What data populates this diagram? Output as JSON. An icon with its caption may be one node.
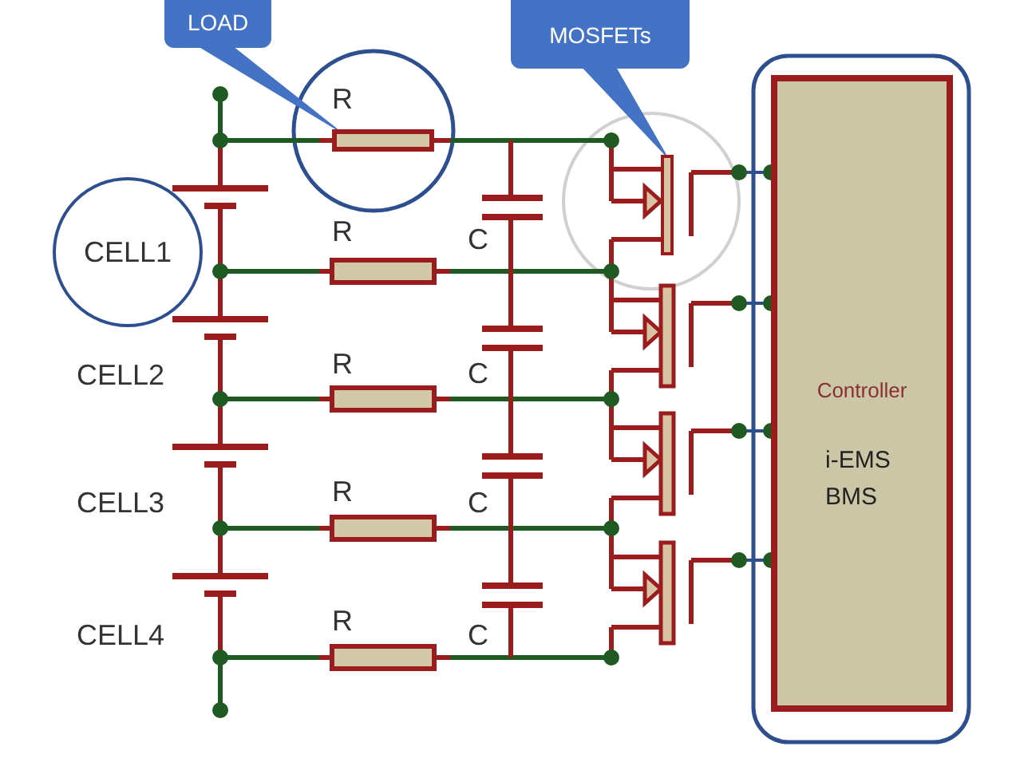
{
  "diagram": {
    "nodes": [
      {
        "text": [
          "LOAD"
        ]
      },
      {
        "text": [
          "MOSFETs"
        ]
      },
      {
        "text": [],
        "shape": "box"
      },
      {
        "text": [
          "CELL1"
        ]
      },
      {
        "text": [],
        "shape": "bar"
      },
      {
        "text": [
          "Controller",
          "i-EMS BMS"
        ]
      }
    ],
    "edges": [
      {
        "from": 0,
        "to": 2,
        "arrow": "none"
      },
      {
        "from": 1,
        "to": 4,
        "arrow": "none"
      }
    ],
    "labels": [
      "R",
      "R",
      "C",
      "CELL2",
      "R",
      "C",
      "CELL3",
      "R",
      "C",
      "CELL4",
      "R",
      "C"
    ]
  }
}
